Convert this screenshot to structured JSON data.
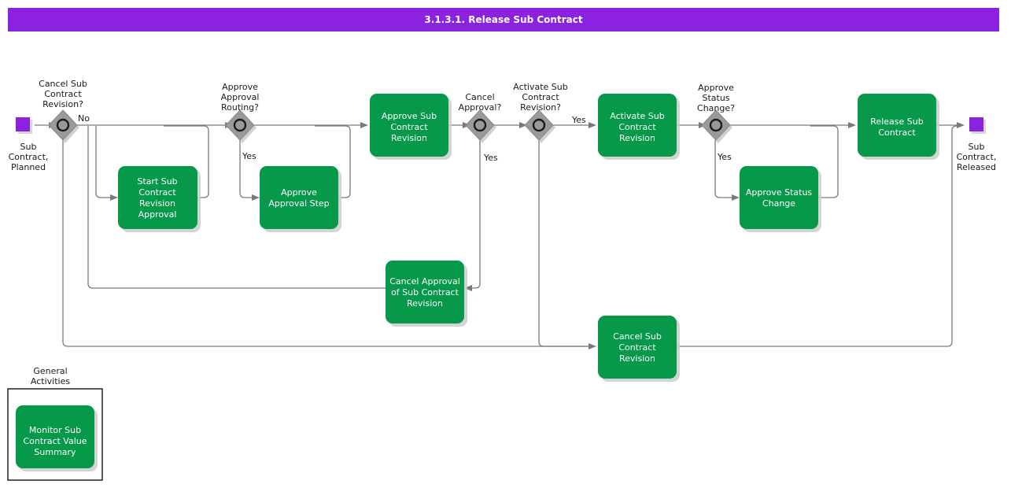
{
  "header": {
    "title": "3.1.3.1. Release Sub Contract",
    "bar_color": "#8B22E0",
    "text_color": "#FFFFFF"
  },
  "palette": {
    "task_fill": "#069949",
    "task_text": "#FFFFFF",
    "event_fill": "#8B22E0",
    "gateway_fill": "#9A9A9A",
    "flow_line": "#7A7A7A",
    "label_text": "#1A1A1A",
    "background": "#FFFFFF"
  },
  "diagram": {
    "type": "bpmn-process-flow",
    "events": [
      {
        "id": "start-event",
        "kind": "start",
        "label_lines": [
          "Sub",
          "Contract,",
          "Planned"
        ],
        "label": "Sub Contract, Planned"
      },
      {
        "id": "end-event",
        "kind": "end",
        "label_lines": [
          "Sub",
          "Contract,",
          "Released"
        ],
        "label": "Sub Contract, Released"
      }
    ],
    "gateways": [
      {
        "id": "gw-cancel-sub-contract-revision",
        "label_lines": [
          "Cancel Sub",
          "Contract",
          "Revision?"
        ],
        "label": "Cancel Sub Contract Revision?",
        "branch_label": "No"
      },
      {
        "id": "gw-approve-approval-routing",
        "label_lines": [
          "Approve",
          "Approval",
          "Routing?"
        ],
        "label": "Approve Approval Routing?",
        "branch_label": "Yes"
      },
      {
        "id": "gw-cancel-approval",
        "label_lines": [
          "Cancel",
          "Approval?"
        ],
        "label": "Cancel Approval?",
        "branch_label": "Yes"
      },
      {
        "id": "gw-activate-sub-contract-revision",
        "label_lines": [
          "Activate Sub",
          "Contract",
          "Revision?"
        ],
        "label": "Activate Sub Contract Revision?",
        "branch_label": "Yes"
      },
      {
        "id": "gw-approve-status-change",
        "label_lines": [
          "Approve",
          "Status",
          "Change?"
        ],
        "label": "Approve Status Change?",
        "branch_label": "Yes"
      }
    ],
    "tasks": [
      {
        "id": "task-start-sub-contract-revision-approval",
        "label_lines": [
          "Start Sub",
          "Contract",
          "Revision",
          "Approval"
        ],
        "label": "Start Sub Contract Revision Approval"
      },
      {
        "id": "task-approve-approval-step",
        "label_lines": [
          "Approve",
          "Approval Step"
        ],
        "label": "Approve Approval Step"
      },
      {
        "id": "task-approve-sub-contract-revision",
        "label_lines": [
          "Approve Sub",
          "Contract",
          "Revision"
        ],
        "label": "Approve Sub Contract Revision"
      },
      {
        "id": "task-activate-sub-contract-revision",
        "label_lines": [
          "Activate Sub",
          "Contract",
          "Revision"
        ],
        "label": "Activate Sub Contract Revision"
      },
      {
        "id": "task-approve-status-change",
        "label_lines": [
          "Approve Status",
          "Change"
        ],
        "label": "Approve Status Change"
      },
      {
        "id": "task-release-sub-contract",
        "label_lines": [
          "Release Sub",
          "Contract"
        ],
        "label": "Release Sub Contract"
      },
      {
        "id": "task-cancel-approval-of-sub-contract-revision",
        "label_lines": [
          "Cancel Approval",
          "of Sub Contract",
          "Revision"
        ],
        "label": "Cancel Approval of Sub Contract Revision"
      },
      {
        "id": "task-cancel-sub-contract-revision",
        "label_lines": [
          "Cancel Sub",
          "Contract",
          "Revision"
        ],
        "label": "Cancel Sub Contract Revision"
      }
    ],
    "group": {
      "id": "general-activities-group",
      "label_lines": [
        "General",
        "Activities"
      ],
      "label": "General Activities",
      "tasks": [
        {
          "id": "task-monitor-sub-contract-value-summary",
          "label_lines": [
            "Monitor Sub",
            "Contract Value",
            "Summary"
          ],
          "label": "Monitor Sub Contract Value Summary"
        }
      ]
    },
    "edge_labels": [
      "No",
      "Yes",
      "Yes",
      "Yes",
      "Yes"
    ]
  }
}
